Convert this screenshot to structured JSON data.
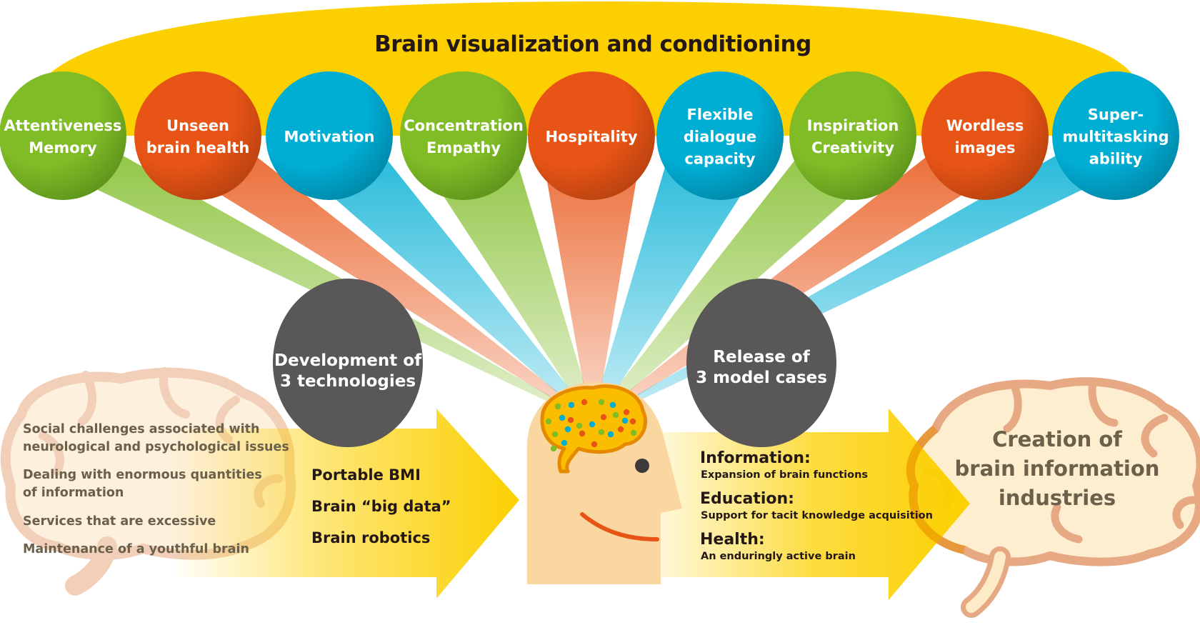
{
  "title": "Brain visualization and conditioning",
  "colors": {
    "yellow": "#fcd000",
    "green": "#7fbc26",
    "orange": "#e85415",
    "blue": "#00aed4",
    "dark_circle": "#595757",
    "skin": "#fad7a0",
    "brain_fill": "#fbbd00",
    "brain_outline": "#e58a00",
    "pale_brain_fill": "#fdebc8",
    "pale_brain_outline": "#e6a983",
    "issue_text": "#6b604a",
    "body_text": "#231815"
  },
  "capabilities": [
    {
      "label": "Attentiveness\nMemory",
      "color": "green"
    },
    {
      "label": "Unseen\nbrain health",
      "color": "orange"
    },
    {
      "label": "Motivation",
      "color": "blue"
    },
    {
      "label": "Concentration\nEmpathy",
      "color": "green"
    },
    {
      "label": "Hospitality",
      "color": "orange"
    },
    {
      "label": "Flexible\ndialogue\ncapacity",
      "color": "blue"
    },
    {
      "label": "Inspiration\nCreativity",
      "color": "green"
    },
    {
      "label": "Wordless\nimages",
      "color": "orange"
    },
    {
      "label": "Super-\nmultitasking\nability",
      "color": "blue"
    }
  ],
  "social_challenges": [
    "Social challenges associated with\nneurological and psychological issues",
    "Dealing with enormous quantities\nof information",
    "Services that are excessive",
    "Maintenance of a youthful brain"
  ],
  "development": {
    "label": "Development of\n3 technologies",
    "technologies": [
      "Portable BMI",
      "Brain “big data”",
      "Brain robotics"
    ]
  },
  "release": {
    "label": "Release of\n3 model cases",
    "cases": [
      {
        "title": "Information:",
        "desc": "Expansion of brain functions"
      },
      {
        "title": "Education:",
        "desc": "Support for tacit knowledge acquisition"
      },
      {
        "title": "Health:",
        "desc": "An enduringly active brain"
      }
    ]
  },
  "goal": "Creation of\nbrain information\nindustries",
  "icons": {
    "head": "human-head-profile",
    "center_brain": "colorful-brain",
    "left_brain": "pale-brain-outline",
    "right_brain": "pale-brain-outline",
    "arrows": "right-arrow"
  }
}
